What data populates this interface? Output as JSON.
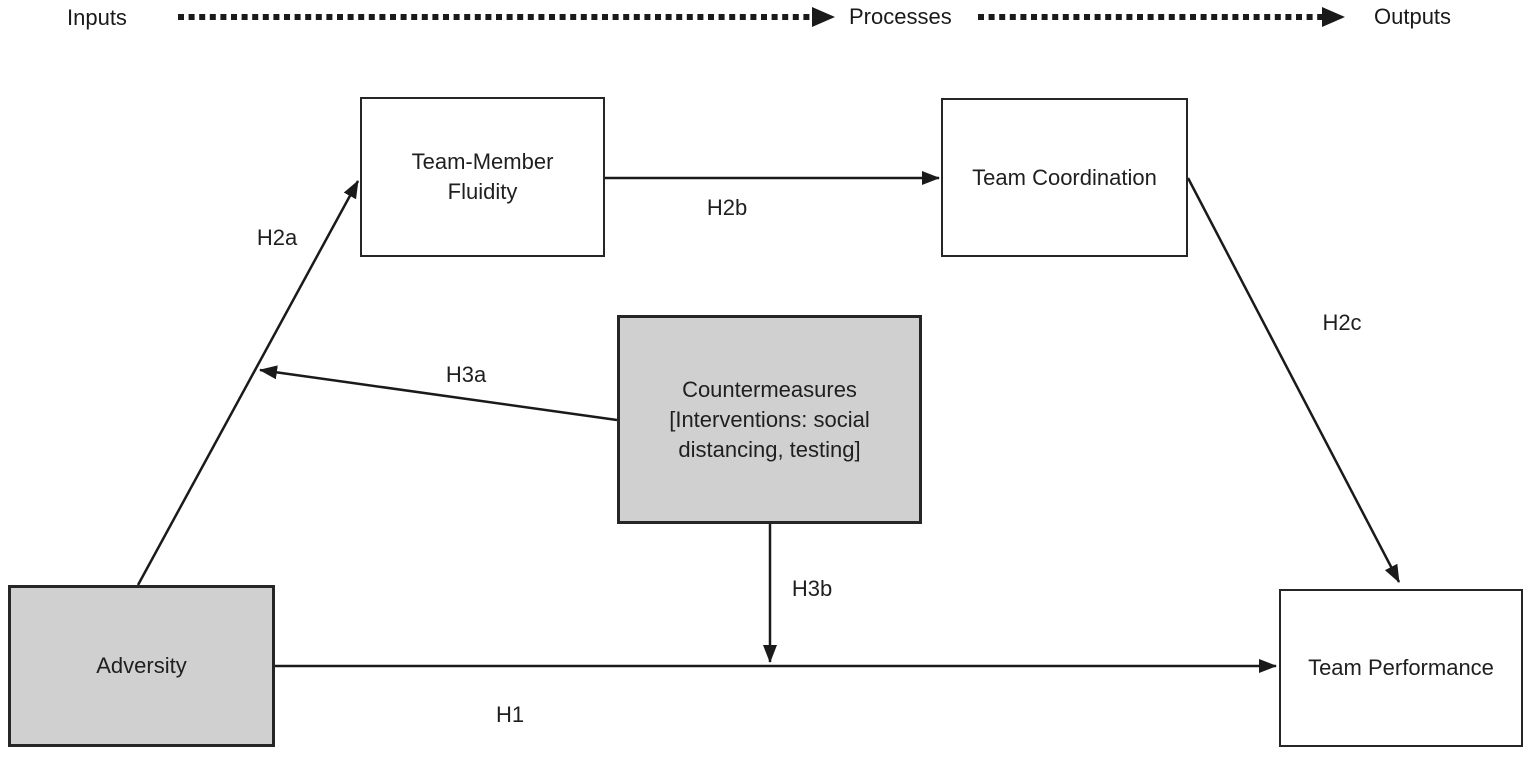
{
  "diagram": {
    "type": "conceptual-path-model",
    "legend_flow": {
      "inputs_label": "Inputs",
      "processes_label": "Processes",
      "outputs_label": "Outputs"
    },
    "nodes": {
      "adversity": {
        "label": "Adversity",
        "fill": "#d0d0d0",
        "shape": "rectangle"
      },
      "team_member_fluidity": {
        "label": "Team-Member Fluidity",
        "fill": "#ffffff",
        "shape": "rectangle"
      },
      "team_coordination": {
        "label": "Team Coordination",
        "fill": "#ffffff",
        "shape": "rectangle"
      },
      "countermeasures": {
        "label": "Countermeasures [Interventions: social distancing, testing]",
        "fill": "#d0d0d0",
        "shape": "rectangle"
      },
      "team_performance": {
        "label": "Team Performance",
        "fill": "#ffffff",
        "shape": "rectangle"
      }
    },
    "edges": {
      "h1": {
        "label": "H1",
        "from": "adversity",
        "to": "team_performance",
        "style": "solid-arrow"
      },
      "h2a": {
        "label": "H2a",
        "from": "adversity",
        "to": "team_member_fluidity",
        "style": "solid-arrow"
      },
      "h2b": {
        "label": "H2b",
        "from": "team_member_fluidity",
        "to": "team_coordination",
        "style": "solid-arrow"
      },
      "h2c": {
        "label": "H2c",
        "from": "team_coordination",
        "to": "team_performance",
        "style": "solid-arrow"
      },
      "h3a": {
        "label": "H3a",
        "from": "countermeasures",
        "to": "edge-h2a",
        "style": "solid-arrow"
      },
      "h3b": {
        "label": "H3b",
        "from": "countermeasures",
        "to": "edge-h1",
        "style": "solid-arrow"
      }
    },
    "colors": {
      "background": "#ffffff",
      "gray_box_fill": "#d0d0d0",
      "white_box_fill": "#ffffff",
      "line": "#262626",
      "text": "#1f1f1f"
    }
  }
}
